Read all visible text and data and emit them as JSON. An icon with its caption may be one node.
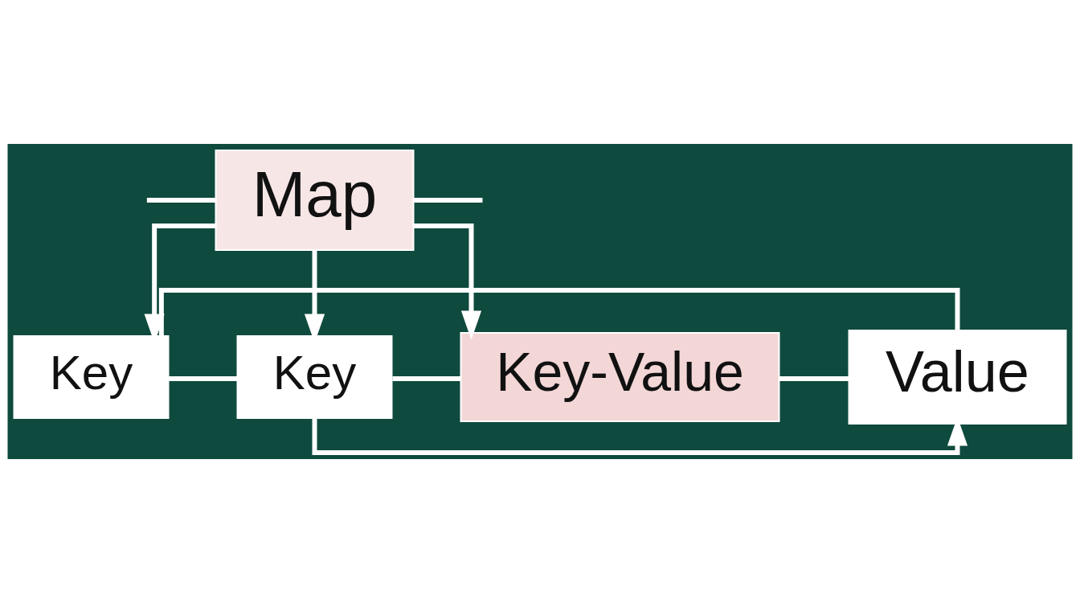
{
  "diagram": {
    "nodes": [
      {
        "text": [
          "Map"
        ]
      },
      {
        "text": [
          "Key"
        ]
      },
      {
        "text": [
          "Key"
        ]
      },
      {
        "text": [
          "Key-Value"
        ]
      },
      {
        "text": [
          "Value"
        ]
      }
    ],
    "edges": [
      {
        "from": null,
        "to": 0,
        "arrow": "none"
      },
      {
        "from": 0,
        "to": null,
        "arrow": "none"
      },
      {
        "from": 0,
        "to": 1,
        "arrow": "to"
      },
      {
        "from": 0,
        "to": 2,
        "arrow": "to"
      },
      {
        "from": 0,
        "to": 3,
        "arrow": "to"
      },
      {
        "from": 1,
        "to": 2,
        "arrow": "none"
      },
      {
        "from": 2,
        "to": 3,
        "arrow": "none"
      },
      {
        "from": 2,
        "to": 4,
        "arrow": "to"
      },
      {
        "from": 1,
        "to": 4,
        "arrow": "none"
      },
      {
        "from": 3,
        "to": 4,
        "arrow": "none"
      }
    ]
  }
}
